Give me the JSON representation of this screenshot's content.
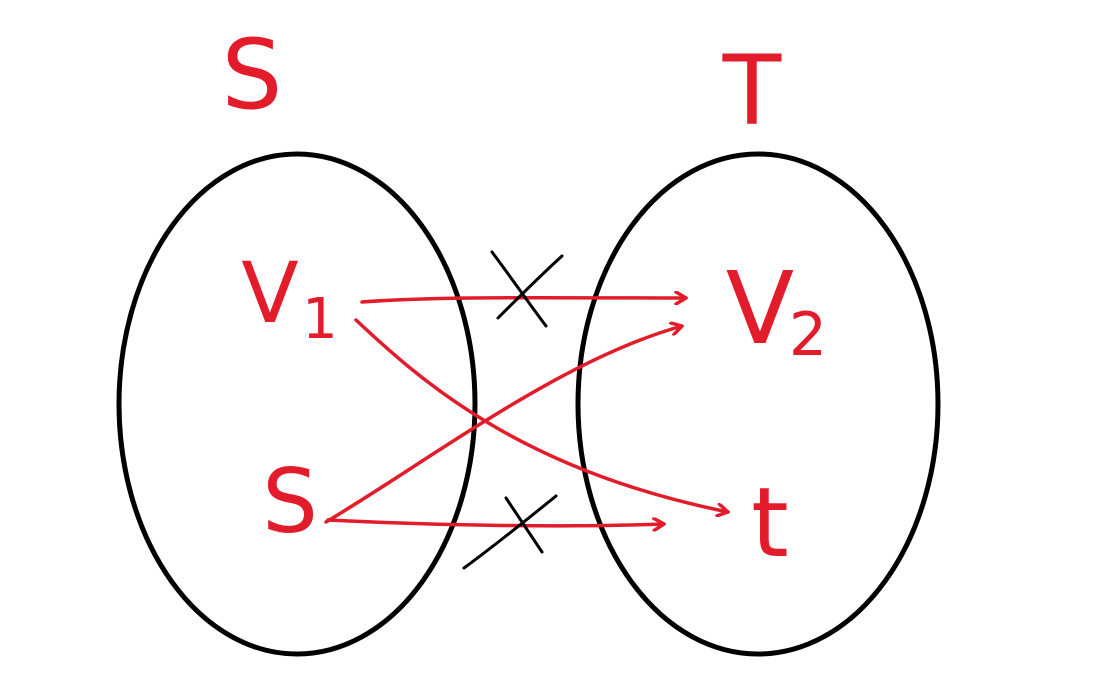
{
  "sets": [
    {
      "label": "S"
    },
    {
      "label": "T"
    }
  ],
  "nodes": [
    {
      "id": "v1",
      "label": "V",
      "subscript": "1",
      "set": "S"
    },
    {
      "id": "s",
      "label": "S",
      "subscript": "",
      "set": "S"
    },
    {
      "id": "v2",
      "label": "V",
      "subscript": "2",
      "set": "T"
    },
    {
      "id": "t",
      "label": "t",
      "subscript": "",
      "set": "T"
    }
  ],
  "edges": [
    {
      "from": "v1",
      "to": "v2",
      "crossed_out": true
    },
    {
      "from": "v1",
      "to": "t",
      "crossed_out": false
    },
    {
      "from": "s",
      "to": "v2",
      "crossed_out": false
    },
    {
      "from": "s",
      "to": "t",
      "crossed_out": true
    }
  ],
  "colors": {
    "ink_red": "#e21c2a",
    "ink_black": "#000000"
  }
}
